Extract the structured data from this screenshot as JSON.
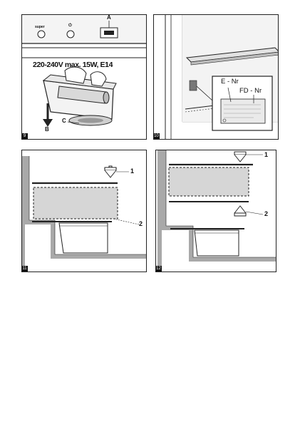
{
  "panel1": {
    "super_label": "super",
    "power_symbol": "⏻",
    "callout_a": "A",
    "spec_text": "220-240V max. 15W, E14",
    "callout_b": "B",
    "callout_c": "C",
    "fig_num": "9"
  },
  "panel2": {
    "label_e_nr": "E - Nr",
    "label_fd_nr": "FD - Nr",
    "fig_num": "10"
  },
  "panel3": {
    "callout_1": "1",
    "callout_2": "2",
    "fig_num": "11"
  },
  "panel4": {
    "callout_1": "1",
    "callout_2": "2",
    "fig_num": "12"
  }
}
